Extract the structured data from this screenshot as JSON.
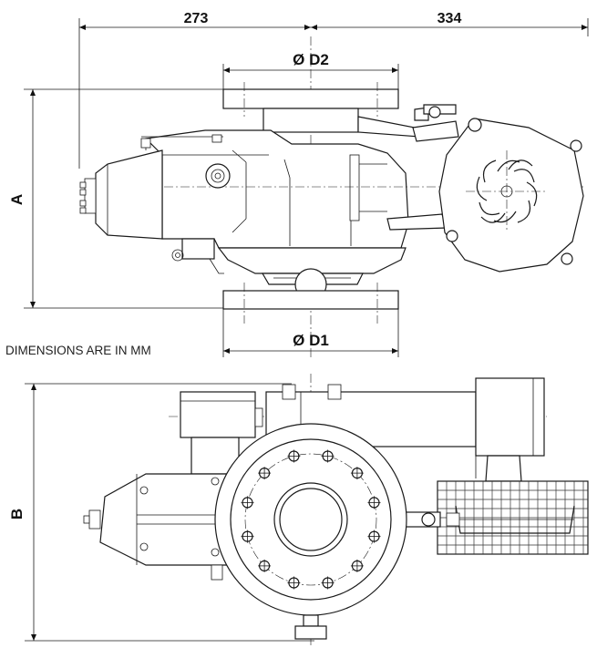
{
  "dimensions": {
    "width_left": "273",
    "width_right": "334",
    "height_a": "A",
    "height_b": "B",
    "dia_top": "Ø D2",
    "dia_bottom": "Ø D1"
  },
  "note": "DIMENSIONS ARE IN MM"
}
